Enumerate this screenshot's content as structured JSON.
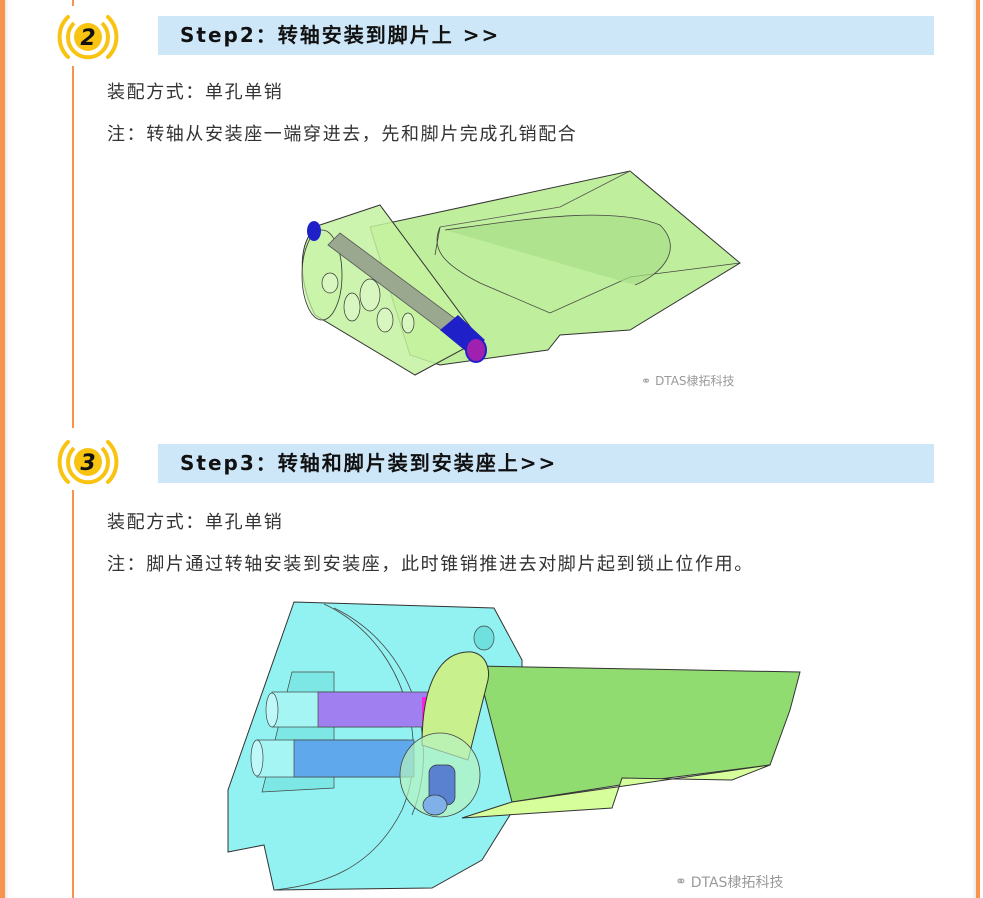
{
  "colors": {
    "frame": "#f7934c",
    "step_bar_bg": "#cde6f8",
    "badge_yellow": "#f9c312",
    "text": "#333333",
    "title_text": "#111111",
    "part_green": "#b4ec8c",
    "part_cyan": "#7ff0ee",
    "pin_purple": "#a05cf0",
    "pin_blue": "#3a6ee8"
  },
  "steps": [
    {
      "number": "2",
      "title": "Step2：转轴安装到脚片上 >>",
      "assembly_method": "装配方式：单孔单销",
      "note": "注：转轴从安装座一端穿进去，先和脚片完成孔销配合",
      "figure": {
        "description": "transparent green foot plate with shaft (blue/purple pin) inserted through hinge barrel",
        "watermark": "DTAS棣拓科技",
        "watermark_icon": "wechat-icon"
      }
    },
    {
      "number": "3",
      "title": "Step3：转轴和脚片装到安装座上>>",
      "assembly_method": "装配方式：单孔单销",
      "note": "注：脚片通过转轴安装到安装座，此时锥销推进去对脚片起到锁止位作用。",
      "figure": {
        "description": "cyan transparent mounting base with purple and blue pins, green foot plate attached via hinge shaft",
        "watermark": "DTAS棣拓科技",
        "watermark_icon": "wechat-icon"
      }
    }
  ]
}
